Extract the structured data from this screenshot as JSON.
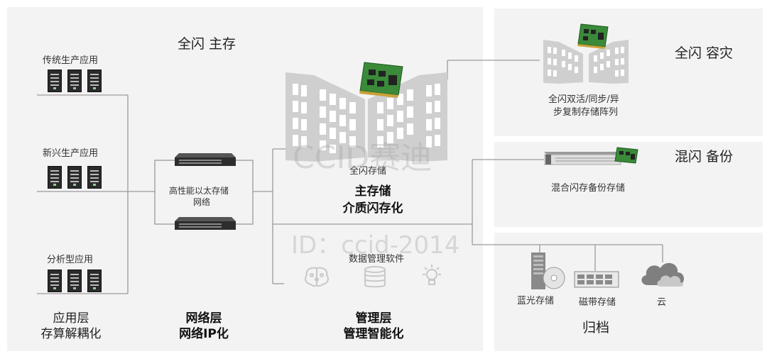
{
  "titles": {
    "main_storage": "全闪 主存",
    "disaster_recovery": "全闪 容灾",
    "hybrid_backup": "混闪 备份",
    "archive": "归档"
  },
  "apps": {
    "traditional": "传统生产应用",
    "emerging": "新兴生产应用",
    "analytics": "分析型应用"
  },
  "network": {
    "switch_label_line1": "高性能以太存储",
    "switch_label_line2": "网络"
  },
  "storage": {
    "all_flash_label": "全闪存储",
    "main_line1": "主存储",
    "main_line2": "介质闪存化",
    "dr_line1": "全闪双活/同步/异",
    "dr_line2": "步复制存储阵列",
    "hybrid_label": "混合闪存备份存储",
    "software_label": "数据管理软件"
  },
  "archive_items": {
    "bluray": "蓝光存储",
    "tape": "磁带存储",
    "cloud": "云"
  },
  "layers": {
    "app_line1": "应用层",
    "app_line2": "存算解耦化",
    "net_line1": "网络层",
    "net_line2": "网络IP化",
    "mgmt_line1": "管理层",
    "mgmt_line2": "管理智能化"
  },
  "watermark": {
    "line1": "CCID赛迪",
    "line2": "ID：ccid-2014"
  },
  "colors": {
    "panel_bg": "#f3f3f3",
    "line": "#9a9a9a",
    "rack": "#c4c4c4",
    "ssd_green": "#3a8a3a"
  },
  "icons": [
    "server-rack-icon",
    "network-switch-icon",
    "storage-array-icon",
    "ssd-card-icon",
    "brain-icon",
    "database-icon",
    "lightbulb-icon",
    "bluray-disc-icon",
    "tape-library-icon",
    "cloud-icon"
  ]
}
